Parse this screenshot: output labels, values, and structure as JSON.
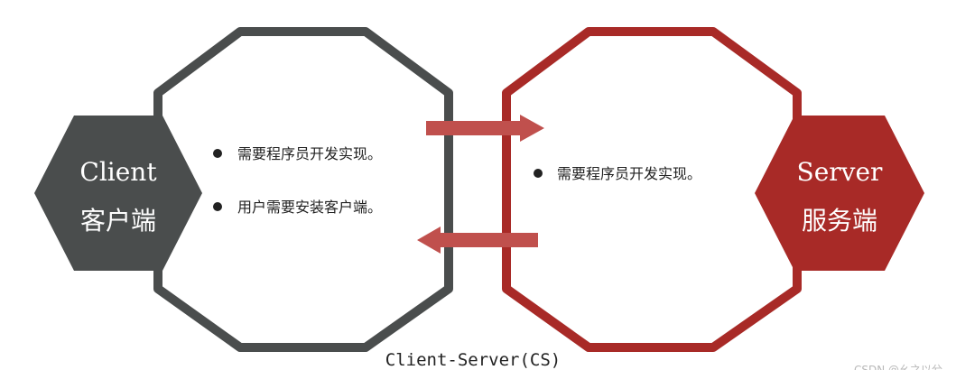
{
  "colors": {
    "client_dark": "#4a4d4d",
    "server_red": "#a82a27",
    "arrow_red": "#c0504d",
    "text": "#222222",
    "badge_text": "#ffffff"
  },
  "client": {
    "name": "Client",
    "label": "客户端",
    "bullets": [
      "需要程序员开发实现。",
      "用户需要安装客户端。"
    ]
  },
  "server": {
    "name": "Server",
    "label": "服务端",
    "bullets": [
      "需要程序员开发实现。"
    ]
  },
  "caption": "Client-Server(CS)",
  "watermark": "CSDN @幺之以兮"
}
